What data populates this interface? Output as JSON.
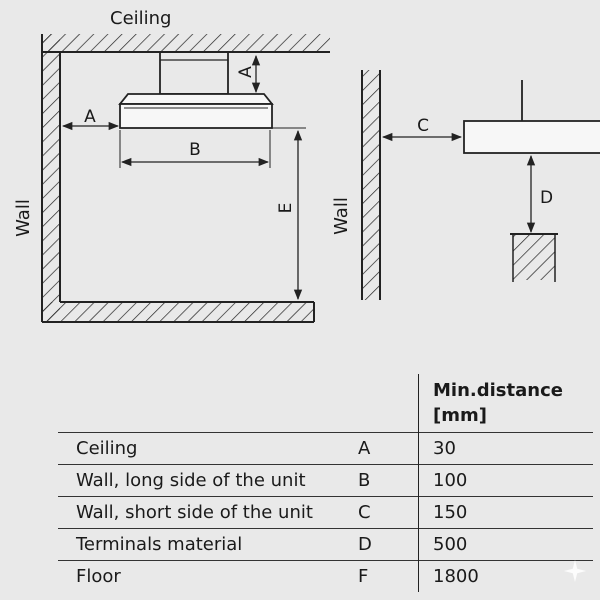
{
  "diagram": {
    "left": {
      "ceiling_label": "Ceiling",
      "wall_label": "Wall",
      "dim_a_vertical": "A",
      "dim_a_horizontal": "A",
      "dim_b": "B",
      "dim_e": "E"
    },
    "right": {
      "wall_label": "Wall",
      "dim_c": "C",
      "dim_d": "D"
    }
  },
  "table": {
    "header_line1": "Min.distance",
    "header_line2": "[mm]",
    "rows": [
      {
        "item": "Ceiling",
        "code": "A",
        "value": "30"
      },
      {
        "item": "Wall, long side of the unit",
        "code": "B",
        "value": "100"
      },
      {
        "item": "Wall, short side of the unit",
        "code": "C",
        "value": "150"
      },
      {
        "item": "Terminals material",
        "code": "D",
        "value": "500"
      },
      {
        "item": "Floor",
        "code": "F",
        "value": "1800"
      }
    ]
  },
  "colors": {
    "background": "#e9e9e9",
    "line": "#222222",
    "unit_fill": "#f7f7f7"
  }
}
